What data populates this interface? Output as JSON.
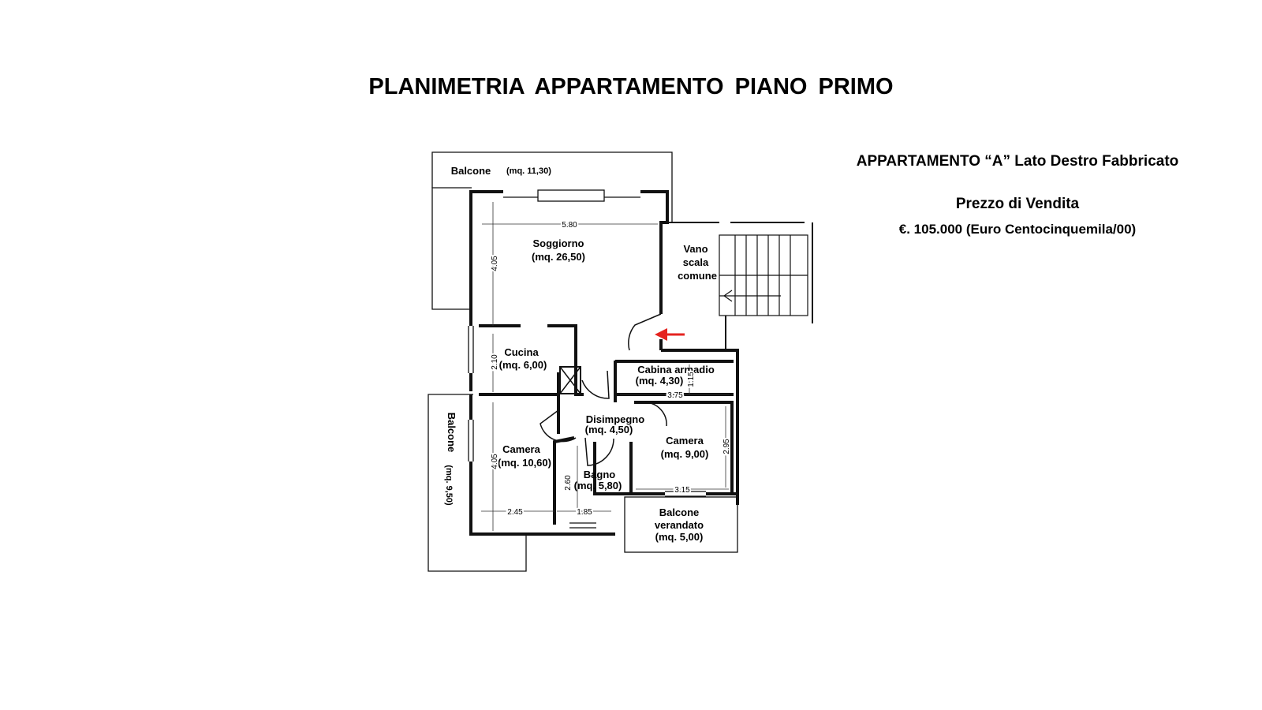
{
  "title": "PLANIMETRIA  APPARTAMENTO  PIANO  PRIMO",
  "info": {
    "apartment": "APPARTAMENTO “A” Lato Destro Fabbricato",
    "price_heading": "Prezzo di Vendita",
    "price": "€. 105.000 (Euro Centocinquemila/00)"
  },
  "rooms": {
    "balcone_top": {
      "name": "Balcone",
      "area": "(mq. 11,30)"
    },
    "soggiorno": {
      "name": "Soggiorno",
      "area": "(mq. 26,50)"
    },
    "vano_scala": {
      "line1": "Vano",
      "line2": "scala",
      "line3": "comune"
    },
    "cucina": {
      "name": "Cucina",
      "area": "(mq. 6,00)"
    },
    "cabina": {
      "name": "Cabina armadio",
      "area": "(mq. 4,30)"
    },
    "disimpegno": {
      "name": "Disimpegno",
      "area": "(mq. 4,50)"
    },
    "camera_left": {
      "name": "Camera",
      "area": "(mq. 10,60)"
    },
    "camera_right": {
      "name": "Camera",
      "area": "(mq. 9,00)"
    },
    "bagno": {
      "name": "Bagno",
      "area": "(mq. 5,80)"
    },
    "balcone_left": {
      "name": "Balcone",
      "area": "(mq. 9,50)"
    },
    "balcone_verandato": {
      "line1": "Balcone",
      "line2": "verandato",
      "line3": "(mq. 5,00)"
    }
  },
  "dimensions": {
    "soggiorno_width": "5.80",
    "soggiorno_depth": "4.05",
    "cucina_depth": "2.10",
    "cabina_width": "3.75",
    "cabina_depth": "1.15",
    "camera_left_depth": "4.05",
    "camera_left_width": "2.45",
    "bagno_width": "1.85",
    "bagno_depth": "2.60",
    "camera_right_width": "3.15",
    "camera_right_depth": "2.95"
  },
  "colors": {
    "walls": "#111111",
    "entrance_arrow": "#e52420"
  }
}
